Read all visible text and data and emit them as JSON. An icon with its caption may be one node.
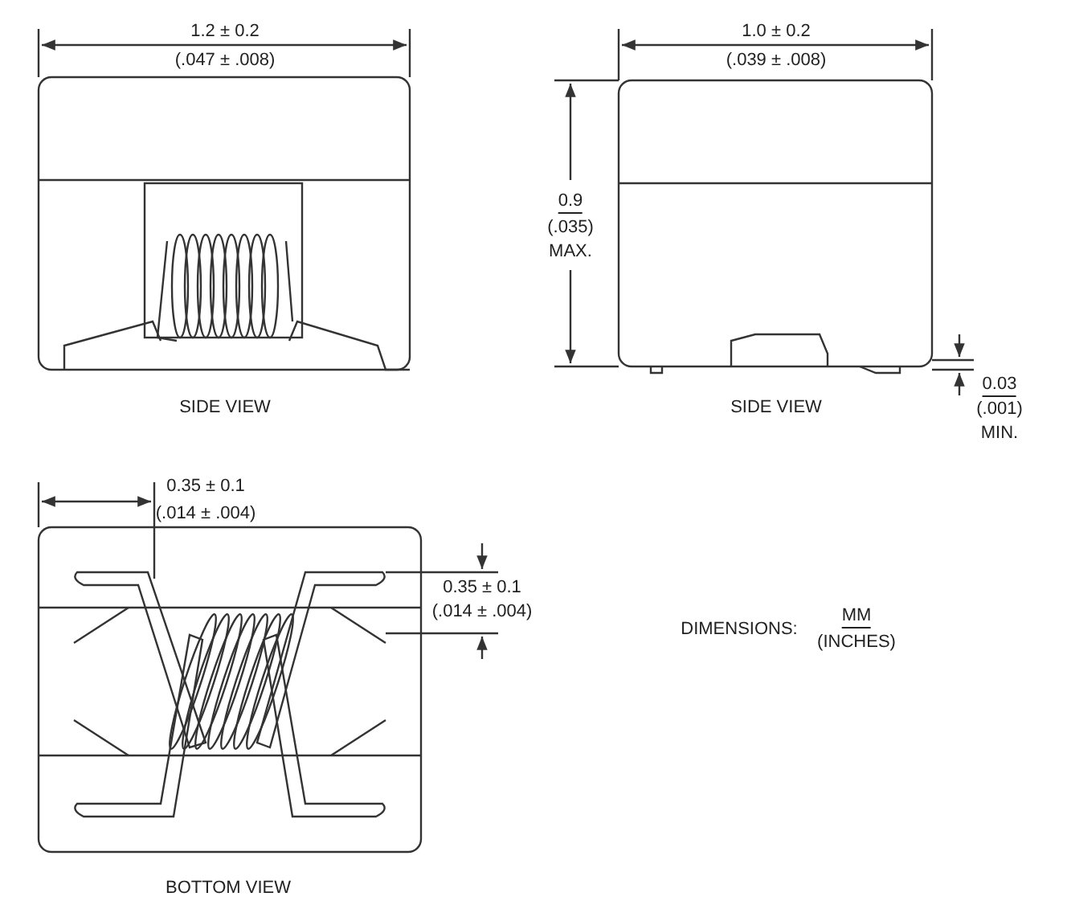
{
  "diagram": {
    "labels": [
      "1.2 ± 0.2",
      "(.047 ± .008)",
      "1.0 ± 0.2",
      "(.039 ± .008)",
      "0.9",
      "(.035)",
      "MAX.",
      "0.03",
      "(.001)",
      "MIN.",
      "SIDE VIEW",
      "SIDE VIEW",
      "0.35 ± 0.1",
      "(.014 ± .004)",
      "0.35 ± 0.1",
      "(.014 ± .004)",
      "DIMENSIONS:",
      "MM",
      "(INCHES)",
      "BOTTOM VIEW"
    ]
  }
}
